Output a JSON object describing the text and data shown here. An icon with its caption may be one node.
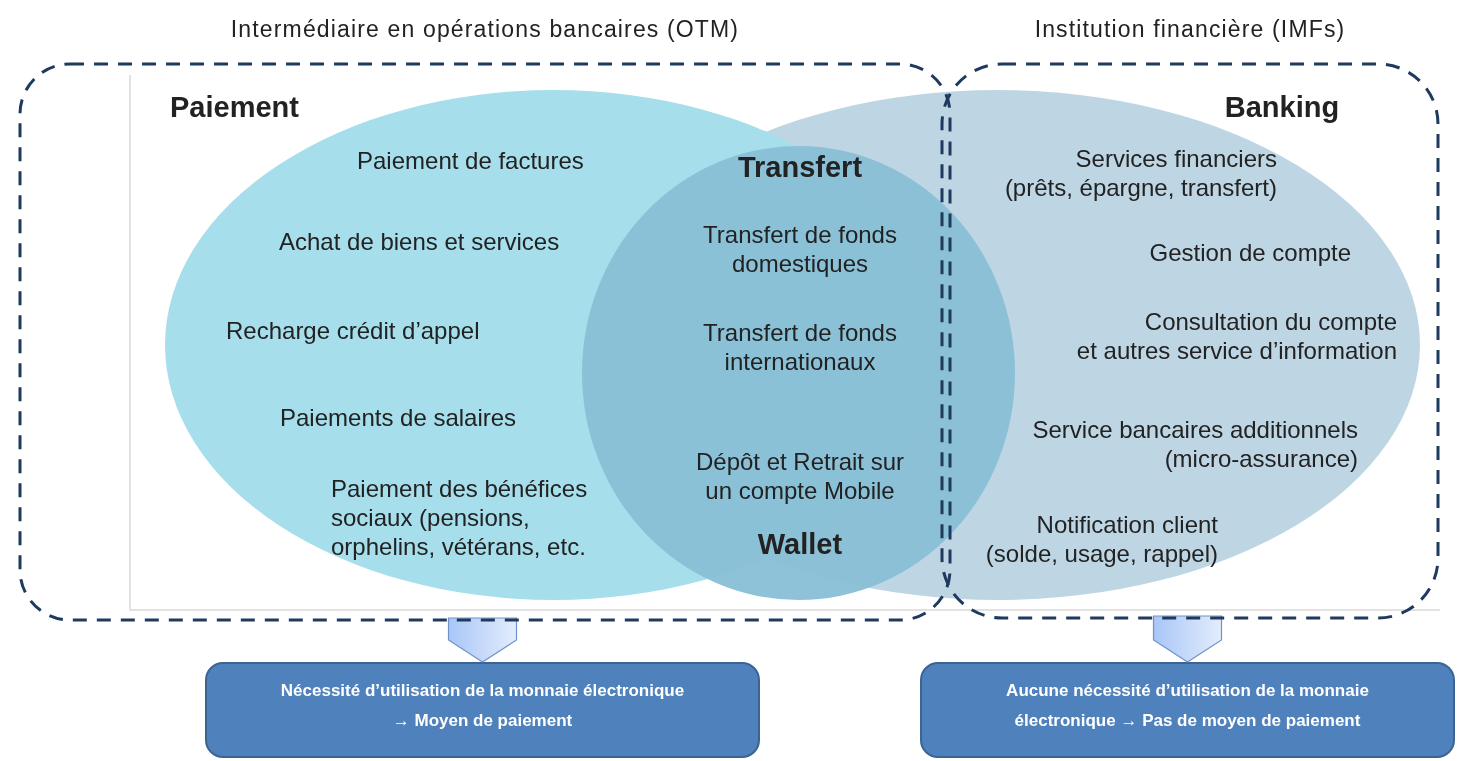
{
  "diagram": {
    "nodes": [
      {
        "text": [
          "Intermédiaire en opérations bancaires (OTM)"
        ]
      },
      {
        "text": [
          "Institution financière (IMFs)",
          "Banking",
          "Services financiers (prêts, épargne, transfert)",
          "Gestion de compte",
          "Consultation du compte et autres service d’information",
          "Service bancaires additionnels (micro-assurance)",
          "Notification client (solde, usage, rappel)"
        ]
      },
      {
        "text": [
          "Paiement",
          "Paiement de factures",
          "Achat de biens et services",
          "Recharge crédit d’appel",
          "Paiements de salaires",
          "Paiement des bénéfices sociaux (pensions, orphelins, vétérans, etc."
        ],
        "in": 0
      },
      {
        "text": [
          "Transfert",
          "Transfert de fonds domestiques",
          "Transfert de fonds internationaux",
          "Dépôt et Retrait sur un compte Mobile",
          "Wallet"
        ],
        "in": 4
      },
      {
        "text": [],
        "shape": "ellipse"
      },
      {
        "text": [
          "Nécessité d’utilisation de la monnaie électronique → Moyen de paiement"
        ]
      },
      {
        "text": [
          "Aucune nécessité d’utilisation de la monnaie électronique → Pas de moyen de paiement"
        ]
      }
    ],
    "edges": [
      {
        "from": 0,
        "to": 5,
        "arrow": "to"
      },
      {
        "from": 1,
        "to": 6,
        "arrow": "to"
      }
    ]
  }
}
